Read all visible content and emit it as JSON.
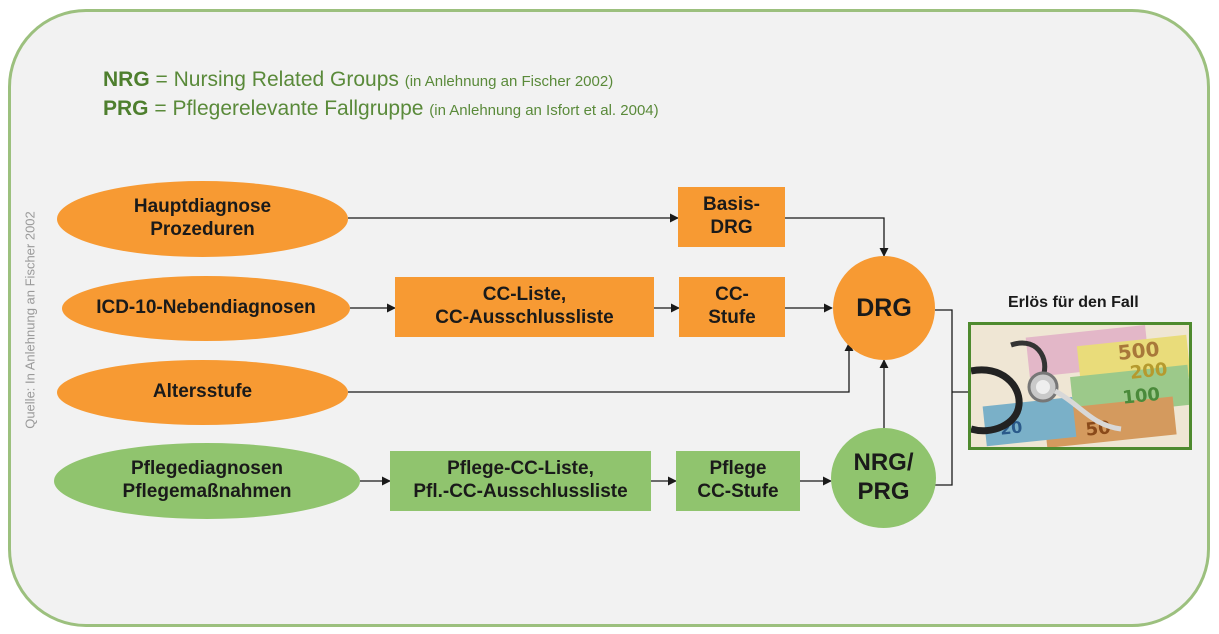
{
  "legend": {
    "nrg": {
      "abbr": "NRG",
      "eq": " = ",
      "name": "Nursing Related Groups",
      "note": "(in Anlehnung an Fischer 2002)"
    },
    "prg": {
      "abbr": "PRG",
      "eq": " = ",
      "name": "Pflegerelevante Fallgruppe",
      "note": "(in Anlehnung an Isfort et al. 2004)"
    }
  },
  "source_note": "Quelle: In Anlehnung an Fischer 2002",
  "nodes": {
    "hauptdiagnose": [
      "Hauptdiagnose",
      "Prozeduren"
    ],
    "nebendiagnosen": [
      "ICD-10-Nebendiagnosen"
    ],
    "altersstufe": [
      "Altersstufe"
    ],
    "pflegediagnosen": [
      "Pflegediagnosen",
      "Pflegemaßnahmen"
    ],
    "cc_liste": [
      "CC-Liste,",
      "CC-Ausschlussliste"
    ],
    "pflege_cc_liste": [
      "Pflege-CC-Liste,",
      "Pfl.-CC-Ausschlussliste"
    ],
    "basis_drg": [
      "Basis-",
      "DRG"
    ],
    "cc_stufe": [
      "CC-",
      "Stufe"
    ],
    "pflege_cc_stufe": [
      "Pflege",
      "CC-Stufe"
    ],
    "drg": [
      "DRG"
    ],
    "nrg_prg": [
      "NRG/",
      "PRG"
    ]
  },
  "result": {
    "label": "Erlös für den Fall",
    "image_icon": "stethoscope-on-euro-banknotes"
  },
  "colors": {
    "orange": "#f79a33",
    "green": "#90c46e",
    "frame_border": "#9cc07e",
    "legend_text": "#5a8a3a"
  }
}
